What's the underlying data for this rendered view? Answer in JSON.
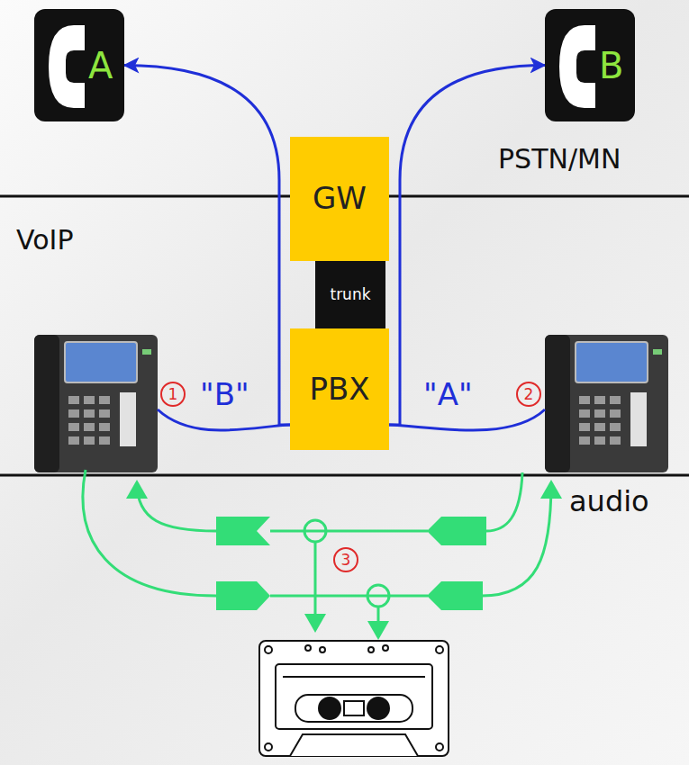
{
  "diagram": {
    "nodes": [
      {
        "text": [
          "A"
        ]
      },
      {
        "text": [
          "B"
        ]
      },
      {
        "text": [
          "GW"
        ]
      },
      {
        "text": [
          "trunk"
        ]
      },
      {
        "text": [
          "PBX"
        ]
      }
    ],
    "edges": [
      {
        "from": 4,
        "to": 0,
        "arrow": "to"
      },
      {
        "from": 4,
        "to": 1,
        "arrow": "to"
      }
    ],
    "labels": [
      "PSTN/MN",
      "VoIP",
      "1",
      "\"B\"",
      "\"A\"",
      "2",
      "audio",
      "3"
    ]
  }
}
